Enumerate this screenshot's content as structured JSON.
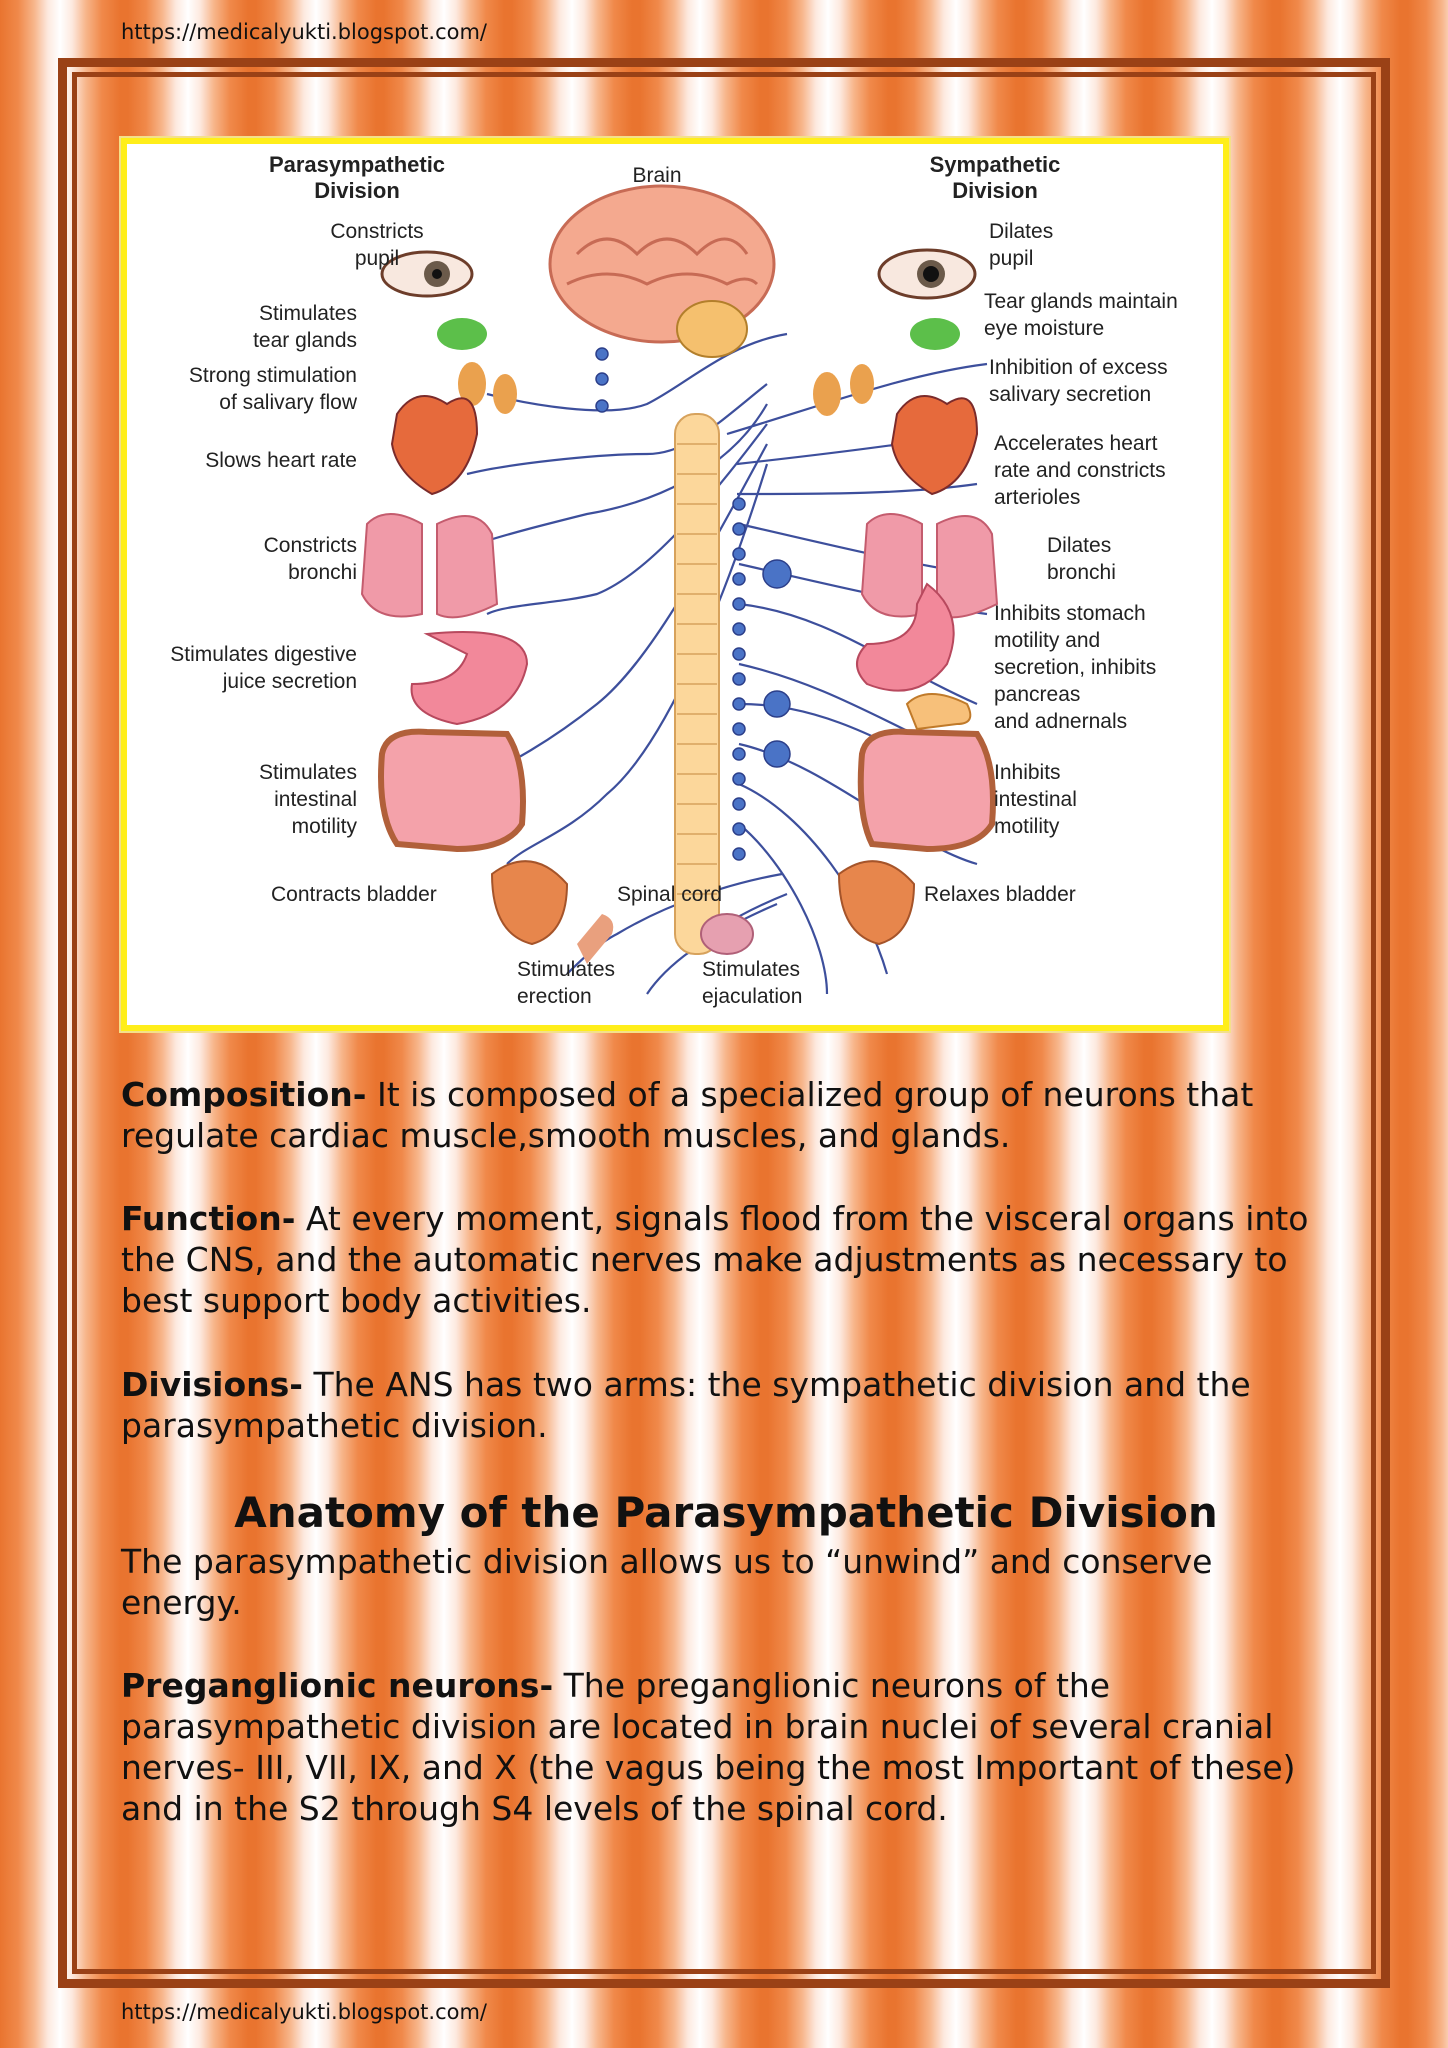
{
  "header_url": "https://medicalyukti.blogspot.com/",
  "footer_url": "https://medicalyukti.blogspot.com/",
  "colors": {
    "stripe": "#e9742f",
    "frame": "#9a4116",
    "figure_border": "#ffee1a"
  },
  "figure": {
    "left_heading": "Parasympathetic\nDivision",
    "center_heading": "Brain",
    "right_heading": "Sympathetic\nDivision",
    "left_labels": [
      "Constricts\npupil",
      "Stimulates\ntear glands",
      "Strong stimulation\nof salivary flow",
      "Slows heart rate",
      "Constricts\nbronchi",
      "Stimulates digestive\njuice secretion",
      "Stimulates\nintestinal\nmotility",
      "Contracts bladder"
    ],
    "right_labels": [
      "Dilates\npupil",
      "Tear glands maintain\neye moisture",
      "Inhibition of excess\nsalivary secretion",
      "Accelerates heart\nrate and constricts\narterioles",
      "Dilates\nbronchi",
      "Inhibits stomach\nmotility and\nsecretion, inhibits\npancreas\nand adnernals",
      "Inhibits\nintestinal\nmotility",
      "Relaxes bladder"
    ],
    "bottom_labels": [
      "Spinal cord",
      "Stimulates\nerection",
      "Stimulates\nejaculation"
    ]
  },
  "paragraphs": [
    {
      "term": "Composition-",
      "text": " It is composed of a specialized group of neurons that regulate cardiac muscle,smooth muscles, and glands."
    },
    {
      "term": "Function-",
      "text": " At every moment, signals flood from the visceral organs into the CNS, and the automatic nerves make adjustments as necessary to best support body activities."
    },
    {
      "term": "Divisions-",
      "text": " The ANS has two arms: the sympathetic division and the parasympathetic division."
    }
  ],
  "section_heading": "Anatomy of the Parasympathetic Division",
  "section_intro": "The parasympathetic division allows us to “unwind” and conserve energy.",
  "preganglionic": {
    "term": "Preganglionic neurons-",
    "text": " The preganglionic neurons of the parasympathetic division are located in brain nuclei of several cranial nerves- III, VII, IX, and X (the vagus being the most Important of these) and in the S2 through S4 levels of the spinal cord."
  }
}
